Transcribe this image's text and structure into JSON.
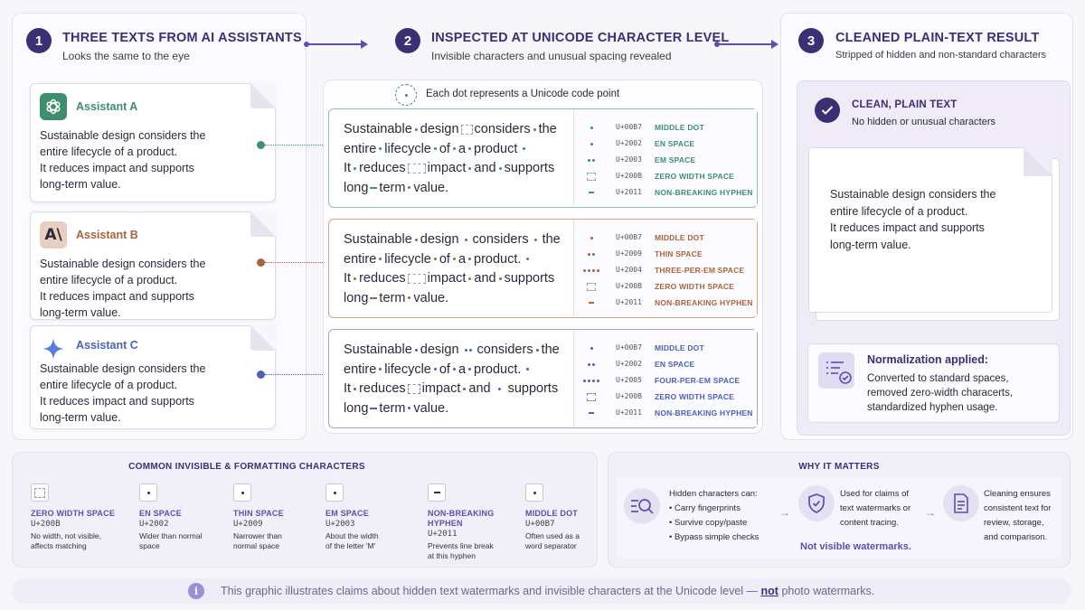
{
  "steps": [
    {
      "num": "1",
      "title": "THREE TEXTS FROM AI ASSISTANTS",
      "subtitle": "Looks the same to the eye"
    },
    {
      "num": "2",
      "title": "INSPECTED AT UNICODE CHARACTER LEVEL",
      "subtitle": "Invisible characters and unusual spacing revealed"
    },
    {
      "num": "3",
      "title": "CLEANED PLAIN-TEXT RESULT",
      "subtitle": "Stripped of hidden and non-standard characters"
    }
  ],
  "assistants": [
    {
      "name": "Assistant A",
      "color": "#3f8f6e",
      "lines": [
        "Sustainable design considers the",
        "entire lifecycle of a product.",
        "It reduces impact and supports",
        "long-term value."
      ]
    },
    {
      "name": "Assistant B",
      "color": "#a8643c",
      "lines": [
        "Sustainable design considers the",
        "entire lifecycle of a product.",
        "It reduces impact and supports",
        "long-term value."
      ]
    },
    {
      "name": "Assistant C",
      "color": "#4a62b8",
      "lines": [
        "Sustainable design considers the",
        "entire lifecycle of a product.",
        "It reduces impact and supports",
        "long-term value."
      ]
    }
  ],
  "inspect": {
    "dot_note": "Each dot represents a Unicode code point",
    "words": {
      "sustainable": "Sustainable",
      "design": "design",
      "considers": "considers",
      "the": "the",
      "entire": "entire",
      "lifecycle": "lifecycle",
      "of": "of",
      "a": "a",
      "product": "product",
      "product_dot": "product.",
      "it": "It",
      "reduces": "reduces",
      "impact": "impact",
      "and": "and",
      "supports": "supports",
      "long": "long",
      "term": "term",
      "value": "value."
    },
    "legends": [
      [
        {
          "code": "U+00B7",
          "name": "MIDDLE DOT"
        },
        {
          "code": "U+2002",
          "name": "EN SPACE"
        },
        {
          "code": "U+2003",
          "name": "EM SPACE"
        },
        {
          "code": "U+200B",
          "name": "ZERO WIDTH SPACE"
        },
        {
          "code": "U+2011",
          "name": "NON-BREAKING HYPHEN"
        }
      ],
      [
        {
          "code": "U+00B7",
          "name": "MIDDLE DOT"
        },
        {
          "code": "U+2009",
          "name": "THIN SPACE"
        },
        {
          "code": "U+2004",
          "name": "THREE-PER-EM SPACE"
        },
        {
          "code": "U+200B",
          "name": "ZERO WIDTH SPACE"
        },
        {
          "code": "U+2011",
          "name": "NON-BREAKING HYPHEN"
        }
      ],
      [
        {
          "code": "U+00B7",
          "name": "MIDDLE DOT"
        },
        {
          "code": "U+2002",
          "name": "EN SPACE"
        },
        {
          "code": "U+2005",
          "name": "FOUR-PER-EM SPACE"
        },
        {
          "code": "U+200B",
          "name": "ZERO WIDTH SPACE"
        },
        {
          "code": "U+2011",
          "name": "NON-BREAKING HYPHEN"
        }
      ]
    ]
  },
  "clean": {
    "title": "CLEAN, PLAIN TEXT",
    "subtitle": "No hidden or unusual characters",
    "lines": [
      "Sustainable design considers the",
      "entire lifecycle of a product.",
      "It reduces impact and supports",
      "long-term value."
    ],
    "norm_title": "Normalization applied:",
    "norm_lines": [
      "Converted to standard spaces,",
      "removed zero-width characerts,",
      "standardized hyphen usage."
    ]
  },
  "reference": {
    "title": "COMMON INVISIBLE & FORMATTING CHARACTERS",
    "items": [
      {
        "name": "ZERO WIDTH SPACE",
        "code": "U+200B",
        "desc": [
          "No width, not visible,",
          "affects matching"
        ]
      },
      {
        "name": "EN SPACE",
        "code": "U+2002",
        "desc": [
          "Wider than normal",
          "space"
        ]
      },
      {
        "name": "THIN SPACE",
        "code": "U+2009",
        "desc": [
          "Narrower than",
          "normal space"
        ]
      },
      {
        "name": "EM SPACE",
        "code": "U+2003",
        "desc": [
          "About the width",
          "of the letter 'M'"
        ]
      },
      {
        "name": "NON-BREAKING HYPHEN",
        "code": "U+2011",
        "desc": [
          "Prevents line break",
          "at this hyphen"
        ]
      },
      {
        "name": "MIDDLE DOT",
        "code": "U+00B7",
        "desc": [
          "Often used as a",
          "word separator"
        ]
      }
    ]
  },
  "why": {
    "title": "WHY IT MATTERS",
    "col1_title": "Hidden characters can:",
    "col1_items": [
      "• Carry fingerprints",
      "• Survive copy/paste",
      "• Bypass simple checks"
    ],
    "col2_lines": [
      "Used for claims of",
      "text watermarks or",
      "content tracing."
    ],
    "col2_note": "Not visible watermarks.",
    "col3_lines": [
      "Cleaning ensures",
      "consistent text for",
      "review, storage,",
      "and comparison."
    ]
  },
  "footer": {
    "before": "This graphic illustrates claims about hidden text watermarks and invisible characters at the Unicode level —",
    "emph": "not",
    "after": "photo watermarks."
  },
  "colors": {
    "accent": "#3d2f73",
    "green": "#3f8f6e",
    "orange": "#a8643c",
    "blue": "#4a62b8"
  }
}
